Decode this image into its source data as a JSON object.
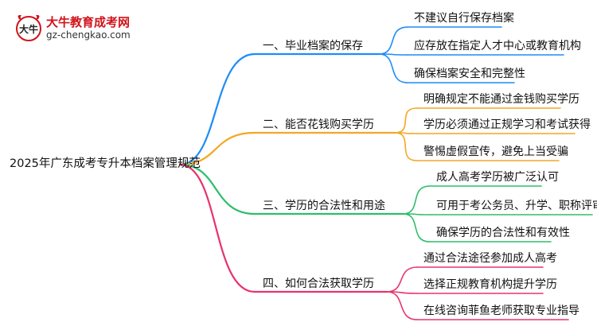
{
  "logo": {
    "mark_text": "大牛",
    "title": "大牛教育成考网",
    "url": "gz-chengkao.com",
    "brand_color": "#d0131a"
  },
  "root": {
    "text": "2025年广东成考专升本档案管理规范"
  },
  "branches": [
    {
      "text": "一、毕业档案的保存",
      "color": "#1d8cf8",
      "children": [
        "不建议自行保存档案",
        "应存放在指定人才中心或教育机构",
        "确保档案安全和完整性"
      ]
    },
    {
      "text": "二、能否花钱购买学历",
      "color": "#f5a623",
      "children": [
        "明确规定不能通过金钱购买学历",
        "学历必须通过正规学习和考试获得",
        "警惕虚假宣传，避免上当受骗"
      ]
    },
    {
      "text": "三、学历的合法性和用途",
      "color": "#2ebd6b",
      "children": [
        "成人高考学历被广泛认可",
        "可用于考公务员、升学、职称评审",
        "确保学历的合法性和有效性"
      ]
    },
    {
      "text": "四、如何合法获取学历",
      "color": "#e8336d",
      "children": [
        "通过合法途径参加成人高考",
        "选择正规教育机构提升学历",
        "在线咨询菲鱼老师获取专业指导"
      ]
    }
  ]
}
